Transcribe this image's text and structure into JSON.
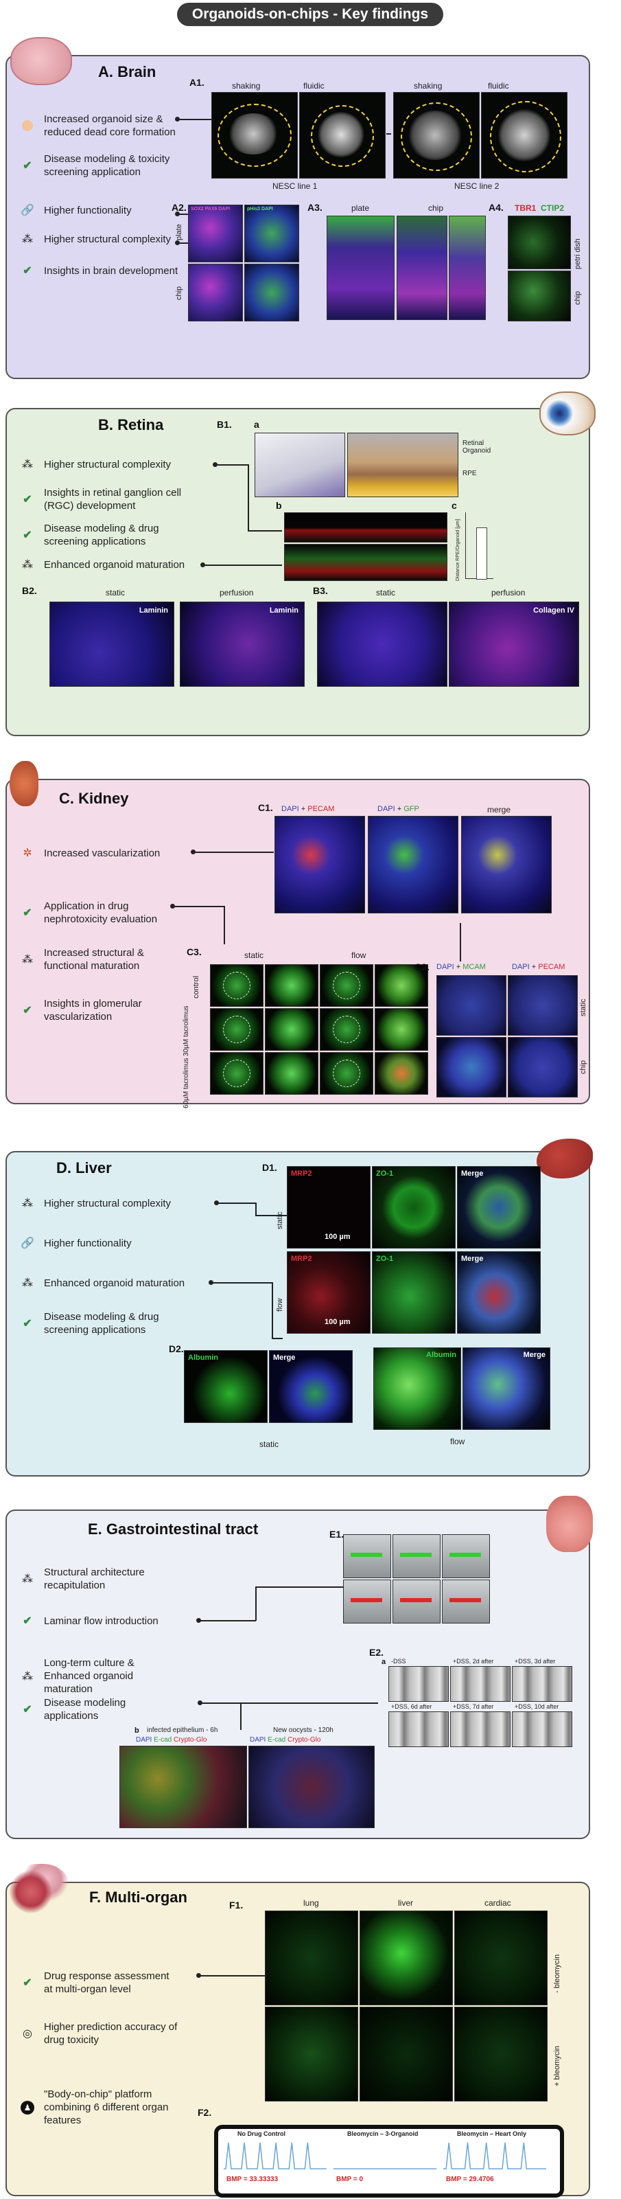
{
  "title": "Organoids-on-chips - Key findings",
  "brain": {
    "title": "A. Brain",
    "bullets": [
      "Increased organoid size & reduced dead core formation",
      "Disease modeling & toxicity screening application",
      "Higher functionality",
      "Higher structural complexity",
      "Insights in brain development"
    ],
    "a1": "A1.",
    "a2": "A2.",
    "a3": "A3.",
    "a4": "A4.",
    "shaking": "shaking",
    "fluidic": "fluidic",
    "line1": "NESC line 1",
    "line2": "NESC line 2",
    "plate": "plate",
    "chip": "chip",
    "petri": "petri dish",
    "tbr1": "TBR1",
    "ctip2": "CTIP2",
    "a2_labels": [
      "SOX2 PAX6 DAPI",
      "pHis3 DAPI"
    ]
  },
  "retina": {
    "title": "B. Retina",
    "bullets": [
      "Higher structural complexity",
      "Insights in retinal ganglion cell (RGC) development",
      "Disease modeling & drug screening applications",
      "Enhanced organoid maturation"
    ],
    "b1": "B1.",
    "b2": "B2.",
    "b3": "B3.",
    "a": "a",
    "b": "b",
    "c": "c",
    "retinal_organoid": "Retinal Organoid",
    "rpe": "RPE",
    "static": "static",
    "perfusion": "perfusion",
    "laminin": "Laminin",
    "collagen": "Collagen IV",
    "yaxis": "Distance RPE/Organoid [µm]"
  },
  "kidney": {
    "title": "C. Kidney",
    "bullets": [
      "Increased vascularization",
      "Application in drug nephrotoxicity evaluation",
      "Increased structural & functional maturation",
      "Insights in glomerular vascularization"
    ],
    "c1": "C1.",
    "c2": "C2.",
    "c3": "C3.",
    "dapi": "DAPI",
    "pecam": "PECAM",
    "gfp": "GFP",
    "mcam": "MCAM",
    "merge": "merge",
    "static": "static",
    "flow": "flow",
    "chip": "chip",
    "rows": [
      "control",
      "30µM tacrolimus",
      "60µM tacrolimus"
    ]
  },
  "liver": {
    "title": "D. Liver",
    "bullets": [
      "Higher structural complexity",
      "Higher functionality",
      "Enhanced organoid maturation",
      "Disease modeling & drug screening applications"
    ],
    "d1": "D1.",
    "d2": "D2.",
    "mrp2": "MRP2",
    "zo1": "ZO-1",
    "merge": "Merge",
    "albumin": "Albumin",
    "static": "static",
    "flow": "flow",
    "scale": "100 µm"
  },
  "gi": {
    "title": "E. Gastrointestinal tract",
    "bullets": [
      "Structural architecture recapitulation",
      "Laminar flow introduction",
      "Long-term culture & Enhanced organoid maturation",
      "Disease modeling applications"
    ],
    "e1": "E1.",
    "e2": "E2.",
    "a": "a",
    "b": "b",
    "dss": [
      "-DSS",
      "+DSS, 2d after",
      "+DSS, 3d after",
      "+DSS, 6d after",
      "+DSS, 7d after",
      "+DSS, 10d after"
    ],
    "infected": "infected epithelium - 6h",
    "oocysts": "New oocysts - 120h",
    "dapi": "DAPI",
    "ecad": "E-cad",
    "crypto": "Crypto-Glo"
  },
  "multi": {
    "title": "F. Multi-organ",
    "bullets": [
      "Drug response assessment at multi-organ level",
      "Higher prediction accuracy of drug toxicity",
      "\"Body-on-chip\" platform combining 6 different organ features"
    ],
    "f1": "F1.",
    "f2": "F2.",
    "organs": [
      "lung",
      "liver",
      "cardiac"
    ],
    "minus": "- bleomycin",
    "plus": "+ bleomycin",
    "charts": [
      {
        "title": "No Drug Control",
        "bmp": "BMP = 33.33333"
      },
      {
        "title": "Bleomycin – 3-Organoid",
        "bmp": "BMP = 0"
      },
      {
        "title": "Bleomycin – Heart Only",
        "bmp": "BMP = 29.4706"
      }
    ]
  },
  "colors": {
    "brain": "#ded9f3",
    "retina": "#e5efdd",
    "kidney": "#f4dde9",
    "liver": "#ddeef3",
    "gi": "#eef0f8",
    "multi": "#f6f1d8",
    "check": "#2e8b3a"
  }
}
